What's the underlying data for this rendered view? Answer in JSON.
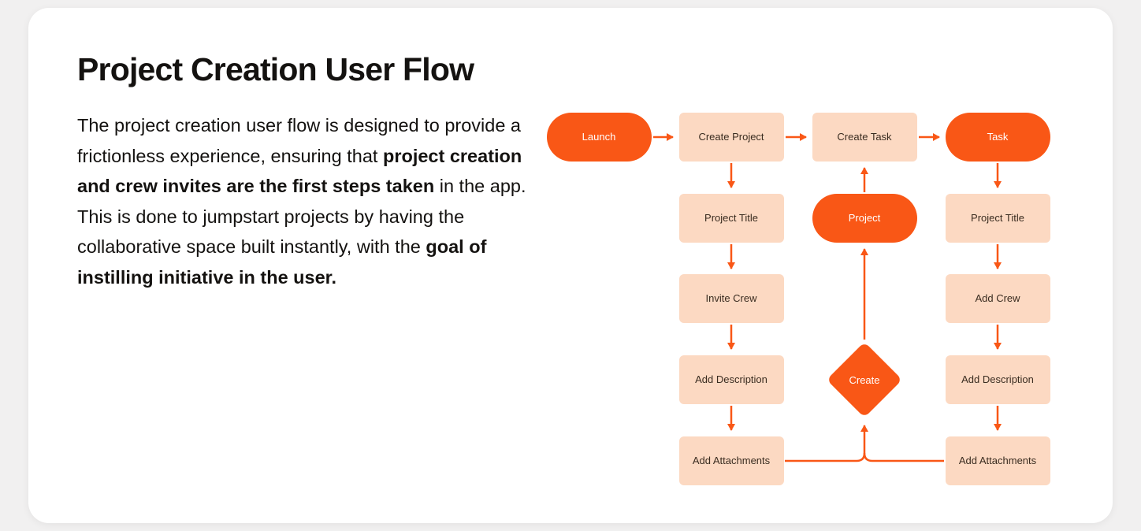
{
  "page": {
    "title": "Project Creation User Flow",
    "description": {
      "p1": "The project creation user flow is designed to provide a frictionless experience, ensuring that ",
      "p2_bold": "project creation and crew invites are the first steps taken",
      "p3": " in the app. This is done to jumpstart projects by having the collaborative space built instantly, with the ",
      "p4_bold": "goal of instilling initiative in the user."
    }
  },
  "colors": {
    "accent": "#F95716",
    "peach": "#FCD9C2",
    "card": "#FFFFFF",
    "background": "#F1F0F0",
    "node_text": "#3A2C20",
    "pill_text": "#FFFFFF"
  },
  "flow": {
    "nodes": [
      {
        "id": "launch",
        "label": "Launch",
        "type": "pill"
      },
      {
        "id": "create-project",
        "label": "Create Project",
        "type": "box"
      },
      {
        "id": "create-task",
        "label": "Create Task",
        "type": "box"
      },
      {
        "id": "task",
        "label": "Task",
        "type": "pill"
      },
      {
        "id": "project-title-left",
        "label": "Project Title",
        "type": "box"
      },
      {
        "id": "invite-crew",
        "label": "Invite Crew",
        "type": "box"
      },
      {
        "id": "add-description-left",
        "label": "Add Description",
        "type": "box"
      },
      {
        "id": "add-attachments-left",
        "label": "Add Attachments",
        "type": "box"
      },
      {
        "id": "project",
        "label": "Project",
        "type": "pill"
      },
      {
        "id": "create",
        "label": "Create",
        "type": "diamond"
      },
      {
        "id": "project-title-right",
        "label": "Project Title",
        "type": "box"
      },
      {
        "id": "add-crew",
        "label": "Add Crew",
        "type": "box"
      },
      {
        "id": "add-description-right",
        "label": "Add Description",
        "type": "box"
      },
      {
        "id": "add-attachments-right",
        "label": "Add Attachments",
        "type": "box"
      }
    ]
  }
}
